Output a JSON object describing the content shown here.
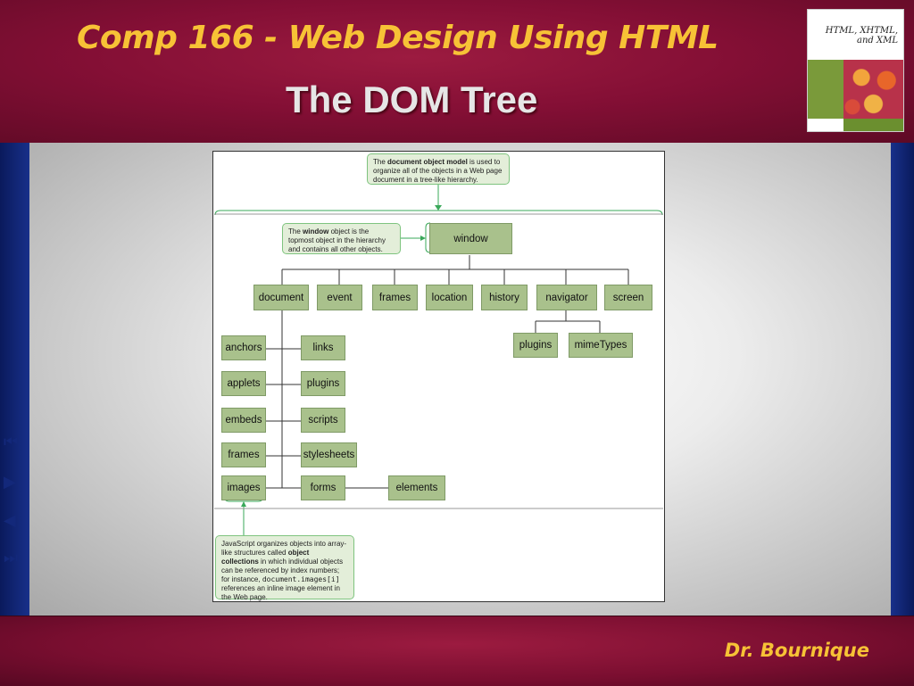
{
  "header": {
    "course_title": "Comp 166 - Web Design Using HTML",
    "slide_title": "The DOM Tree",
    "book_cover_title": "HTML, XHTML, and XML"
  },
  "footer": {
    "author": "Dr. Bournique"
  },
  "nav_icons": [
    "first-slide-icon",
    "next-slide-icon",
    "previous-slide-icon",
    "last-slide-icon"
  ],
  "colors": {
    "header_bg": "#840f35",
    "title_gold": "#f7c236",
    "sidebar_blue": "#13287a",
    "node_green": "#a9c18c"
  },
  "diagram": {
    "callout_top": {
      "pre": "The ",
      "bold": "document object model",
      "post": " is used to organize all of the objects in a Web page document in a tree-like hierarchy."
    },
    "callout_window": {
      "pre": "The ",
      "bold": "window",
      "post": " object is the topmost object in the hierarchy and contains all other objects."
    },
    "callout_bottom": {
      "pre": "JavaScript organizes objects into array-like structures called ",
      "bold": "object collections",
      "mid": " in which individual objects can be referenced by index numbers; for instance, ",
      "code": "document.images[i]",
      "post": " references an inline image element in the Web page."
    },
    "root": "window",
    "window_children": [
      "document",
      "event",
      "frames",
      "location",
      "history",
      "navigator",
      "screen"
    ],
    "document_left": [
      "anchors",
      "applets",
      "embeds",
      "frames",
      "images"
    ],
    "document_right": [
      "links",
      "plugins",
      "scripts",
      "stylesheets",
      "forms"
    ],
    "forms_child": "elements",
    "navigator_children": [
      "plugins",
      "mimeTypes"
    ]
  }
}
